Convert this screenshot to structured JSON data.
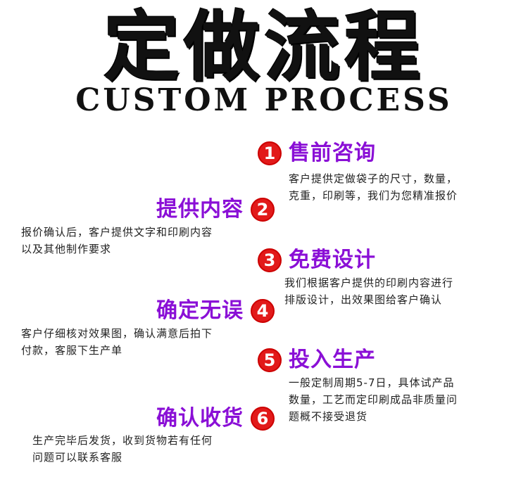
{
  "header": {
    "title": "定做流程",
    "subtitle": "CUSTOM PROCESS"
  },
  "colors": {
    "title": "#111111",
    "step_title": "#8a0fd6",
    "number_badge": "#e21a1a"
  },
  "steps": [
    {
      "number": "1",
      "title": "售前咨询",
      "lines": [
        "客户提供定做袋子的尺寸，数量，",
        "克重，印刷等，我们为您精准报价"
      ]
    },
    {
      "number": "2",
      "title": "提供内容",
      "lines": [
        "报价确认后，客户提供文字和印刷内容",
        "以及其他制作要求"
      ]
    },
    {
      "number": "3",
      "title": "免费设计",
      "lines": [
        "我们根据客户提供的印刷内容进行",
        "排版设计，出效果图给客户确认"
      ]
    },
    {
      "number": "4",
      "title": "确定无误",
      "lines": [
        "客户仔细核对效果图，确认满意后拍下",
        "付款，客服下生产单"
      ]
    },
    {
      "number": "5",
      "title": "投入生产",
      "lines": [
        "一般定制周期5-7日，具体试产品",
        "数量，工艺而定印刷成品非质量问",
        "题概不接受退货"
      ]
    },
    {
      "number": "6",
      "title": "确认收货",
      "lines": [
        "生产完毕后发货，收到货物若有任何",
        "问题可以联系客服"
      ]
    }
  ]
}
